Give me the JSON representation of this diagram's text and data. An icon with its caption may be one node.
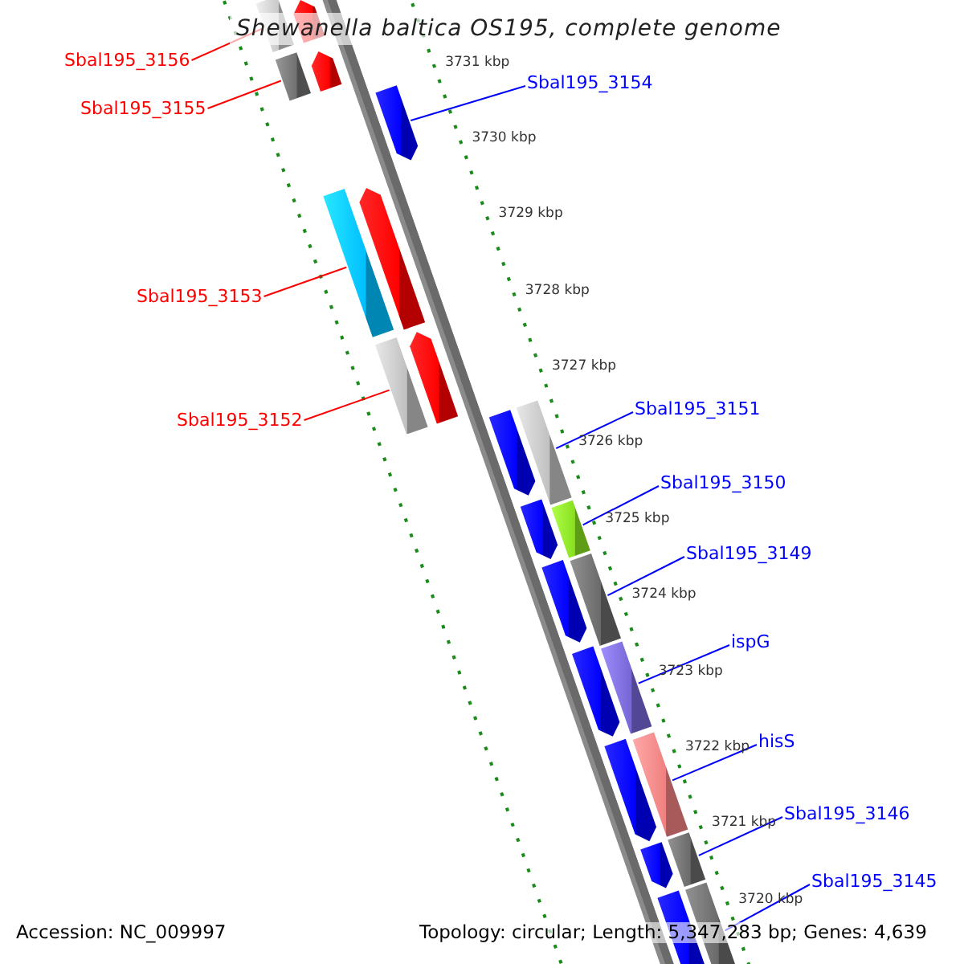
{
  "diagram": {
    "title": "Shewanella baltica OS195, complete genome",
    "nodes": [
      {
        "text": [
          "Sbal195_3156"
        ]
      },
      {
        "text": [
          "Sbal195_3154"
        ]
      },
      {
        "text": [
          "Sbal195_3155"
        ]
      },
      {
        "text": [
          "Sbal195_3153"
        ]
      },
      {
        "text": [
          "Sbal195_3151"
        ]
      },
      {
        "text": [
          "Sbal195_3152"
        ]
      },
      {
        "text": [
          "Sbal195_3150"
        ]
      },
      {
        "text": [
          "Sbal195_3149"
        ]
      },
      {
        "text": [
          "ispG"
        ]
      },
      {
        "text": [
          "hisS"
        ]
      },
      {
        "text": [
          "Sbal195_3146"
        ]
      },
      {
        "text": [
          "Sbal195_3145"
        ]
      },
      {
        "text": [],
        "shape": "bar"
      },
      {
        "text": [],
        "shape": "bar"
      },
      {
        "text": [],
        "shape": "arrow"
      },
      {
        "text": [],
        "shape": "bar"
      },
      {
        "text": [],
        "shape": "bar"
      },
      {
        "text": [],
        "shape": "bar"
      },
      {
        "text": [],
        "shape": "bar"
      },
      {
        "text": [],
        "shape": "bar"
      },
      {
        "text": [],
        "shape": "bar"
      },
      {
        "text": [],
        "shape": "bar"
      },
      {
        "text": [],
        "shape": "bar"
      },
      {
        "text": [],
        "shape": "bar"
      },
      {
        "text": [],
        "shape": "arrow"
      },
      {
        "text": [],
        "shape": "arrow"
      },
      {
        "text": [],
        "shape": "arrow"
      },
      {
        "text": [],
        "shape": "arrow"
      },
      {
        "text": [],
        "shape": "arrow"
      },
      {
        "text": [],
        "shape": "arrow"
      },
      {
        "text": [],
        "shape": "arrow"
      },
      {
        "text": [],
        "shape": "arrow"
      },
      {
        "text": [],
        "shape": "arrow"
      },
      {
        "text": [],
        "shape": "arrow"
      },
      {
        "text": [],
        "shape": "arrow"
      }
    ],
    "edges": [
      {
        "from": 0,
        "to": 12,
        "arrow": "none",
        "color": "#ff0000"
      },
      {
        "from": 1,
        "to": 14,
        "arrow": "none"
      },
      {
        "from": 2,
        "to": 13,
        "arrow": "none",
        "color": "#ff0000"
      },
      {
        "from": 3,
        "to": 15,
        "arrow": "none",
        "color": "#ff0000"
      },
      {
        "from": 4,
        "to": 17,
        "arrow": "none"
      },
      {
        "from": 5,
        "to": 16,
        "arrow": "none",
        "color": "#ff0000"
      },
      {
        "from": 6,
        "to": 18,
        "arrow": "none"
      },
      {
        "from": 7,
        "to": 19,
        "arrow": "none"
      },
      {
        "from": 8,
        "to": 20,
        "arrow": "none"
      },
      {
        "from": 9,
        "to": 21,
        "arrow": "none"
      },
      {
        "from": 10,
        "to": 22,
        "arrow": "none"
      },
      {
        "from": 11,
        "to": 23,
        "arrow": "none"
      }
    ],
    "labels": [
      "3731 kbp",
      "3730 kbp",
      "3729 kbp",
      "3728 kbp",
      "3727 kbp",
      "3726 kbp",
      "3725 kbp",
      "3724 kbp",
      "3723 kbp",
      "3722 kbp",
      "3721 kbp",
      "3720 kbp",
      "Accession: NC_009997",
      "Topology: circular; Length: 5,347,283 bp; Genes: 4,639"
    ]
  }
}
